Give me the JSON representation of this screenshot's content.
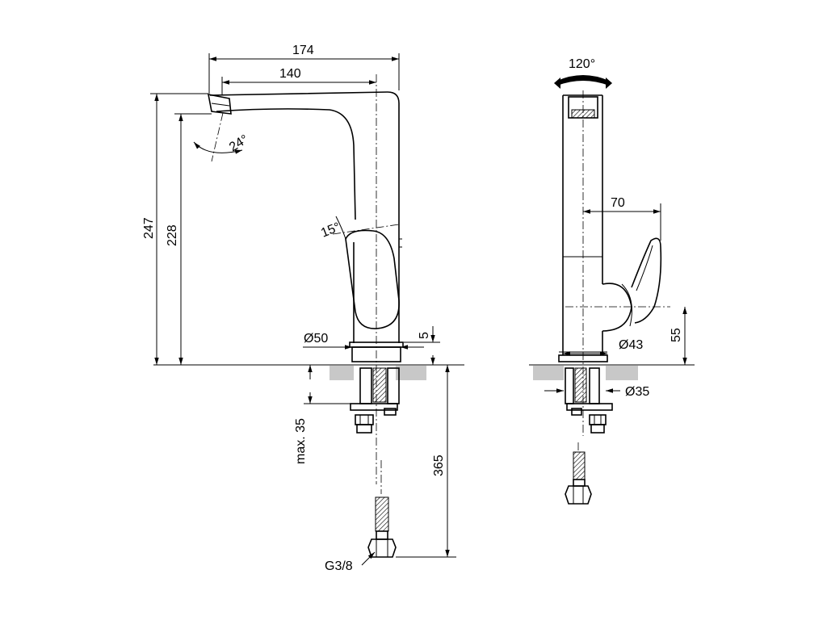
{
  "front_view": {
    "dim_width_overall": "174",
    "dim_spout_reach": "140",
    "dim_height_overall": "247",
    "dim_height_outlet": "228",
    "dim_spray_angle": "24°",
    "dim_lever_angle": "15°",
    "dim_base_diameter": "Ø50",
    "dim_base_ring": "5",
    "dim_max_deck": "max. 35",
    "dim_hose_length": "365",
    "dim_thread": "G3/8"
  },
  "side_view": {
    "dim_rotation": "120°",
    "dim_lever_reach": "70",
    "dim_lever_height": "55",
    "dim_body_diameter": "Ø43",
    "dim_hole_diameter": "Ø35"
  },
  "colors": {
    "line": "#000000",
    "deck_fill": "#c8c8c8",
    "background": "#ffffff"
  }
}
